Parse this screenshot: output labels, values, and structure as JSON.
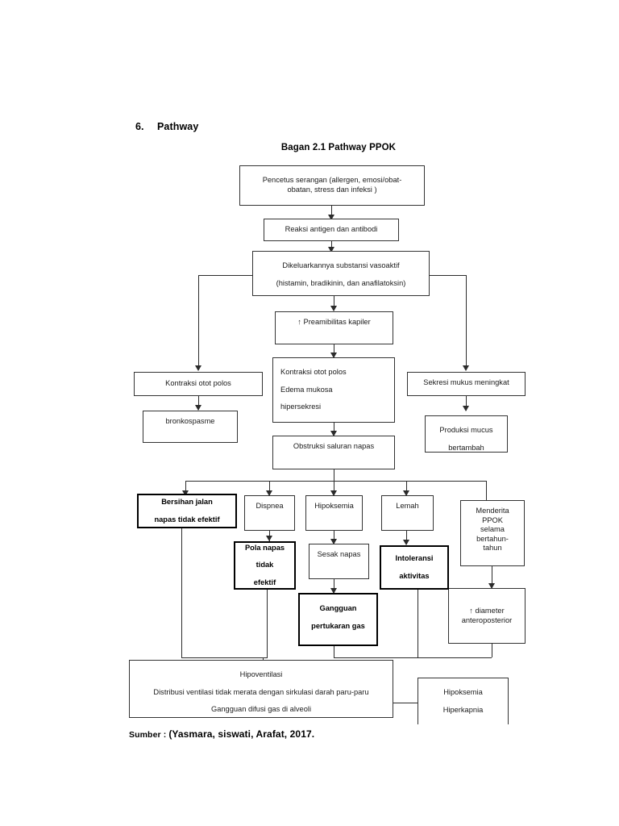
{
  "document": {
    "section_number": "6.",
    "section_label": "Pathway",
    "chart_title": "Bagan 2.1 Pathway PPOK",
    "source_prefix": "Sumber : ",
    "source_citation": "(Yasmara, siswati, Arafat, 2017."
  },
  "diagram": {
    "type": "flowchart",
    "nodes": {
      "pencetus": {
        "lines": [
          "Pencetus serangan (allergen, emosi/obat-",
          "obatan, stress dan infeksi )"
        ],
        "emphasis": "normal"
      },
      "reaksi": {
        "lines": [
          "Reaksi antigen dan antibodi"
        ],
        "emphasis": "normal"
      },
      "substansi": {
        "lines": [
          "Dikeluarkannya substansi vasoaktif",
          "(histamin, bradikinin, dan anafilatoksin)"
        ],
        "emphasis": "normal"
      },
      "preamibilitas": {
        "lines": [
          "↑ Preamibilitas kapiler"
        ],
        "emphasis": "normal"
      },
      "kontraksi_left": {
        "lines": [
          "Kontraksi otot polos"
        ],
        "emphasis": "normal"
      },
      "bronkospasme": {
        "lines": [
          "bronkospasme"
        ],
        "emphasis": "normal"
      },
      "kontraksi_center": {
        "lines": [
          "Kontraksi otot polos",
          "Edema mukosa",
          "hipersekresi"
        ],
        "emphasis": "normal"
      },
      "sekresi": {
        "lines": [
          "Sekresi mukus meningkat"
        ],
        "emphasis": "normal"
      },
      "produksi": {
        "lines": [
          "Produksi mucus",
          "bertambah"
        ],
        "emphasis": "normal"
      },
      "obstruksi": {
        "lines": [
          "Obstruksi saluran napas"
        ],
        "emphasis": "normal"
      },
      "bersihan": {
        "lines": [
          "Bersihan jalan",
          "napas tidak efektif"
        ],
        "emphasis": "bold"
      },
      "dispnea": {
        "lines": [
          "Dispnea"
        ],
        "emphasis": "normal"
      },
      "pola_napas": {
        "lines": [
          "Pola napas",
          "tidak",
          "efektif"
        ],
        "emphasis": "bold"
      },
      "hipoksemia": {
        "lines": [
          "Hipoksemia"
        ],
        "emphasis": "normal"
      },
      "sesak": {
        "lines": [
          "Sesak napas"
        ],
        "emphasis": "normal"
      },
      "gangguan_gas": {
        "lines": [
          "Gangguan",
          "pertukaran gas"
        ],
        "emphasis": "bold"
      },
      "lemah": {
        "lines": [
          "Lemah"
        ],
        "emphasis": "normal"
      },
      "intoleransi": {
        "lines": [
          "Intoleransi",
          "aktivitas"
        ],
        "emphasis": "bold"
      },
      "menderita": {
        "lines": [
          "Menderita",
          "PPOK",
          "selama",
          "bertahun-",
          "tahun"
        ],
        "emphasis": "normal"
      },
      "diameter": {
        "lines": [
          "↑ diameter",
          "anteroposterior"
        ],
        "emphasis": "normal"
      },
      "hipoventilasi": {
        "lines": [
          "Hipoventilasi",
          "Distribusi ventilasi tidak merata dengan sirkulasi darah paru-paru",
          "Gangguan difusi gas di alveoli"
        ],
        "emphasis": "normal"
      },
      "hipoksemia_hiperkapnia": {
        "lines": [
          "Hipoksemia",
          "Hiperkapnia"
        ],
        "emphasis": "normal"
      }
    },
    "colors": {
      "box_border": "#333333",
      "bold_border": "#000000",
      "connector": "#2b2b2b",
      "background": "#ffffff",
      "text": "#1a1a1a"
    }
  }
}
